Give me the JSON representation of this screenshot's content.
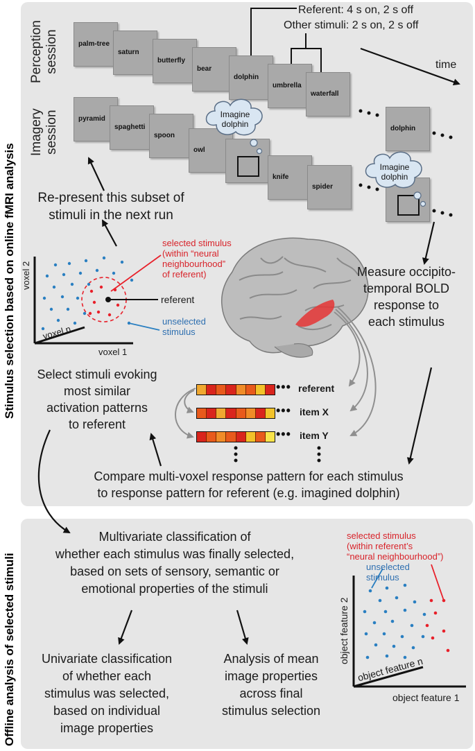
{
  "side_labels": {
    "top": "Stimulus selection based on online fMRI analysis",
    "bottom": "Offline analysis of selected stimuli"
  },
  "sessions": {
    "perception": [
      "Perception",
      "session"
    ],
    "imagery": [
      "Imagery",
      "session"
    ]
  },
  "timing": {
    "referent": "Referent: 4 s on, 2 s off",
    "other": "Other stimuli: 2 s on, 2 s off",
    "time": "time"
  },
  "perception_stimuli": [
    "palm-tree",
    "saturn",
    "butterfly",
    "bear",
    "dolphin",
    "umbrella",
    "waterfall"
  ],
  "imagery_stimuli_row1": [
    "pyramid",
    "spaghetti",
    "spoon",
    "owl"
  ],
  "imagery_stimuli_row2": [
    "knife",
    "spider"
  ],
  "imagery_referent_card": "dolphin",
  "thought_bubble": [
    "Imagine",
    "dolphin"
  ],
  "re_present": [
    "Re-present this subset of",
    "stimuli in the next run"
  ],
  "scatter_top": {
    "y_axis": "voxel 2",
    "x_axis": "voxel 1",
    "diag_axis": "voxel n",
    "selected": [
      "selected stimulus",
      "(within “neural",
      "neighbourhood”",
      "of referent)"
    ],
    "referent": "referent",
    "unselected": [
      "unselected",
      "stimulus"
    ]
  },
  "measure": [
    "Measure occipito-",
    "temporal BOLD",
    "response to",
    "each stimulus"
  ],
  "select_stimuli": [
    "Select stimuli evoking",
    "most similar",
    "activation patterns",
    "to referent"
  ],
  "patterns": {
    "referent": "referent",
    "item_x": "item X",
    "item_y": "item Y",
    "referent_colors": [
      "#f0a830",
      "#d9251d",
      "#e85a1c",
      "#d9251d",
      "#f08c28",
      "#e85a1c",
      "#f2c22a",
      "#d9251d"
    ],
    "item_x_colors": [
      "#e85a1c",
      "#d9251d",
      "#f0a830",
      "#d9251d",
      "#e85a1c",
      "#f08c28",
      "#d9251d",
      "#f2c22a"
    ],
    "item_y_colors": [
      "#d9251d",
      "#e85a1c",
      "#f08c28",
      "#e85a1c",
      "#d9251d",
      "#f2c22a",
      "#e85a1c",
      "#f8e34a"
    ]
  },
  "compare": [
    "Compare multi-voxel response pattern for each stimulus",
    "to response pattern for referent (e.g. imagined dolphin)"
  ],
  "multivariate": [
    "Multivariate classification of",
    "whether each stimulus was finally selected,",
    "based on sets of sensory, semantic or",
    "emotional properties of the stimuli"
  ],
  "univariate": [
    "Univariate classification",
    "of whether each",
    "stimulus was selected,",
    "based on individual",
    "image properties"
  ],
  "mean_analysis": [
    "Analysis of mean",
    "image properties",
    "across final",
    "stimulus selection"
  ],
  "scatter_bottom": {
    "selected": [
      "selected stimulus",
      "(within referent’s",
      "“neural neighbourhood”)"
    ],
    "unselected": [
      "unselected",
      "stimulus"
    ],
    "y_axis": "object feature 2",
    "x_axis": "object feature 1",
    "diag_axis": "object feature n"
  },
  "colors": {
    "panel": "#e6e6e6",
    "selected_red": "#e8202a",
    "unselected_blue": "#2a7fc1",
    "label_red": "#d8232a",
    "label_blue": "#2e6fb0"
  }
}
